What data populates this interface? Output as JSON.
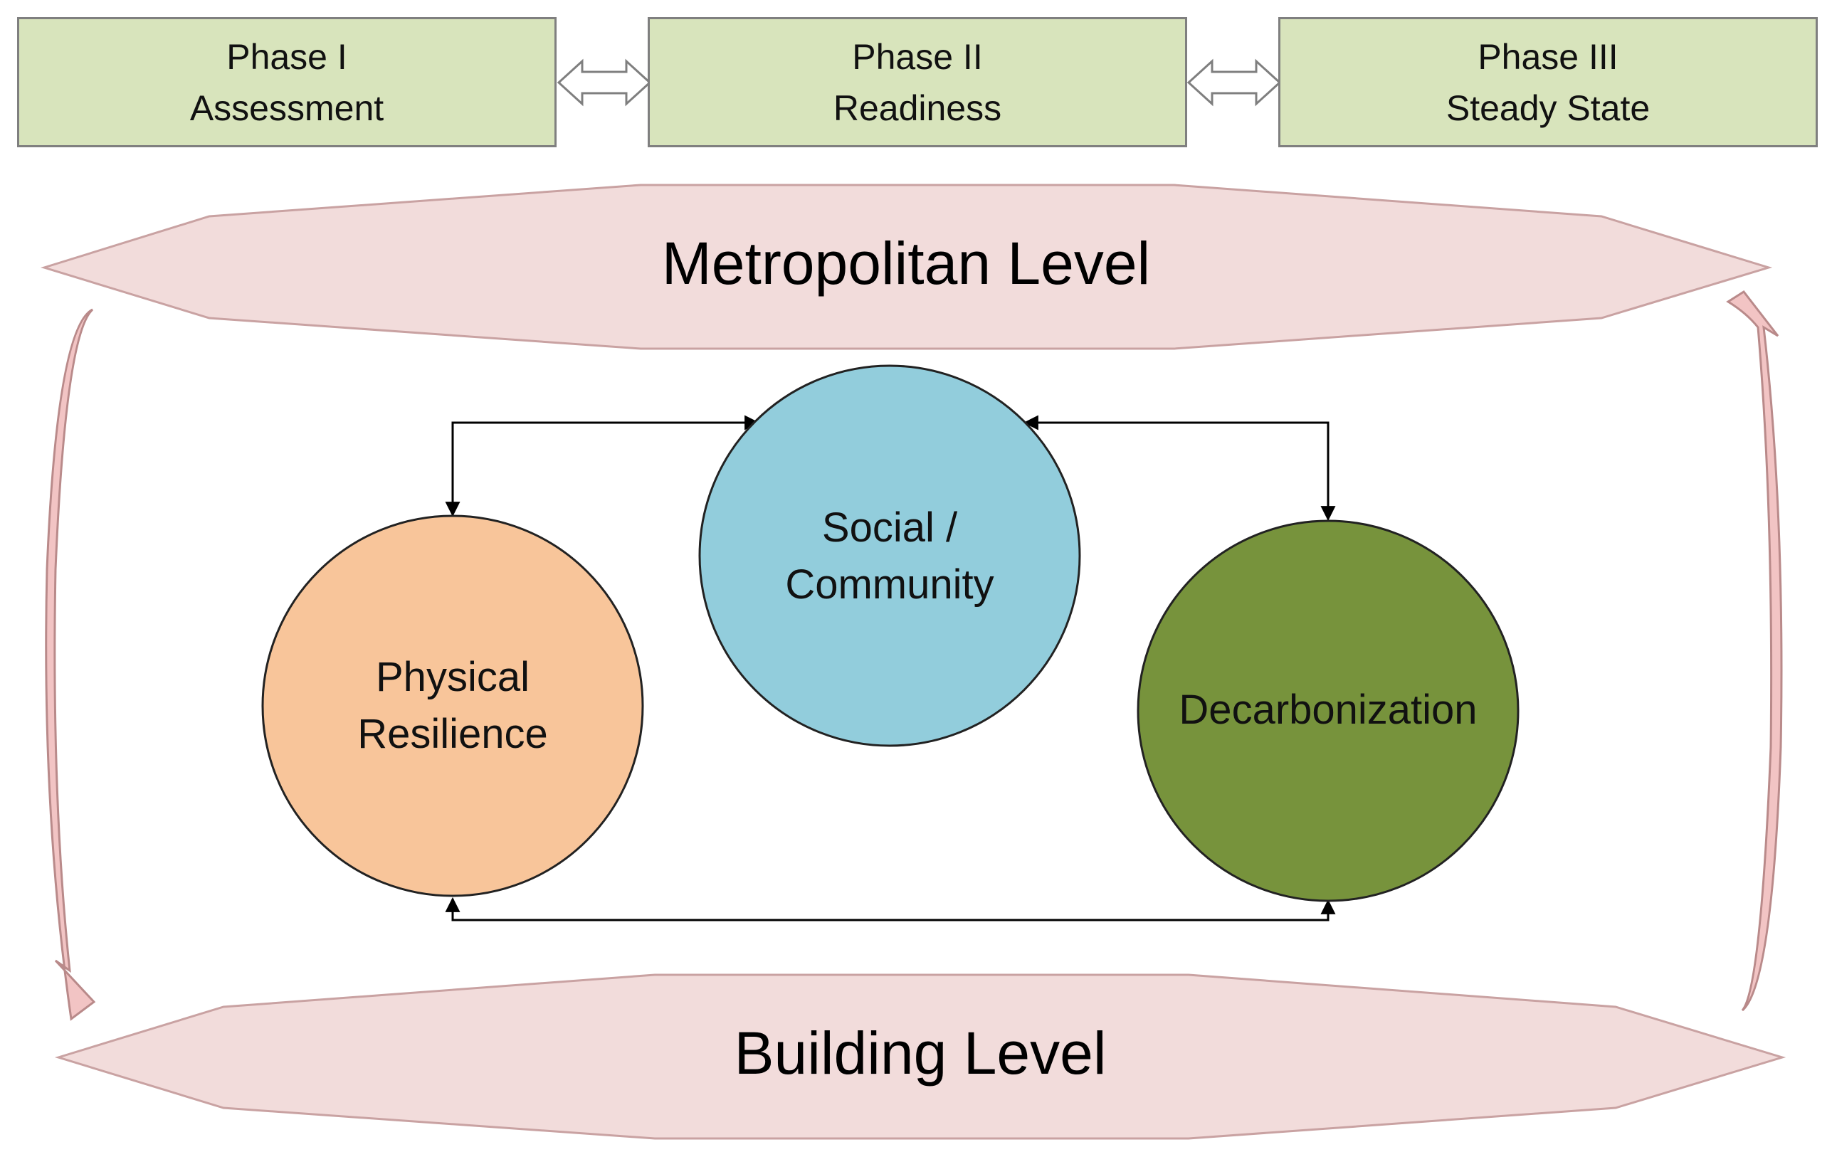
{
  "phases": [
    {
      "name": "Phase I",
      "label": "Assessment"
    },
    {
      "name": "Phase II",
      "label": "Readiness"
    },
    {
      "name": "Phase III",
      "label": "Steady State"
    }
  ],
  "levels": {
    "top": "Metropolitan Level",
    "bottom": "Building Level"
  },
  "pillars": {
    "physical": {
      "line1": "Physical",
      "line2": "Resilience"
    },
    "social": {
      "line1": "Social /",
      "line2": "Community"
    },
    "decarbonization": {
      "line1": "Decarbonization"
    }
  },
  "colors": {
    "phase_fill": "#d8e4bc",
    "phase_border": "#7f7f7f",
    "level_fill": "#f2dcdb",
    "level_border": "#c9a2a2",
    "physical": "#f8c59a",
    "social": "#92cddc",
    "decarbonization": "#77933c",
    "connector": "#000000"
  }
}
